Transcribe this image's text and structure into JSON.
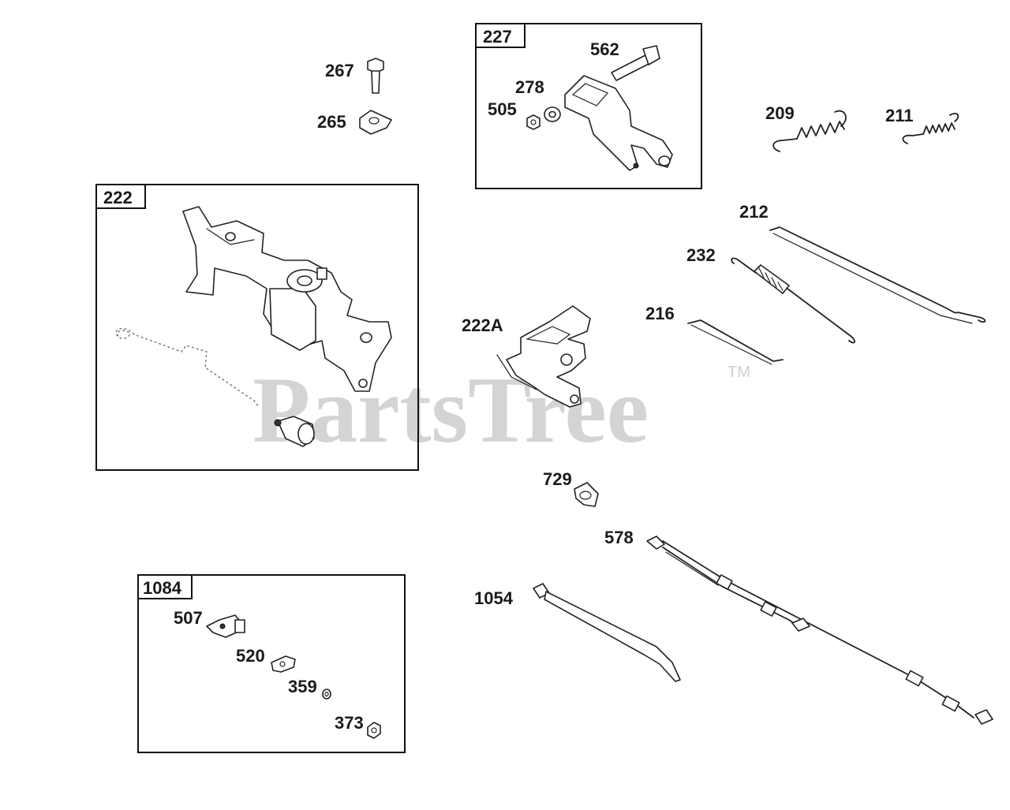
{
  "watermark": {
    "brand": "PartsTree",
    "trademark": "TM"
  },
  "groups": [
    {
      "id": "g227",
      "label": "227"
    },
    {
      "id": "g222",
      "label": "222"
    },
    {
      "id": "g1084",
      "label": "1084"
    }
  ],
  "labels": {
    "p267": "267",
    "p265": "265",
    "p562": "562",
    "p278": "278",
    "p505": "505",
    "p209": "209",
    "p211": "211",
    "p212": "212",
    "p232": "232",
    "p216": "216",
    "p222A": "222A",
    "p729": "729",
    "p578": "578",
    "p1054": "1054",
    "p507": "507",
    "p520": "520",
    "p359": "359",
    "p373": "373"
  }
}
